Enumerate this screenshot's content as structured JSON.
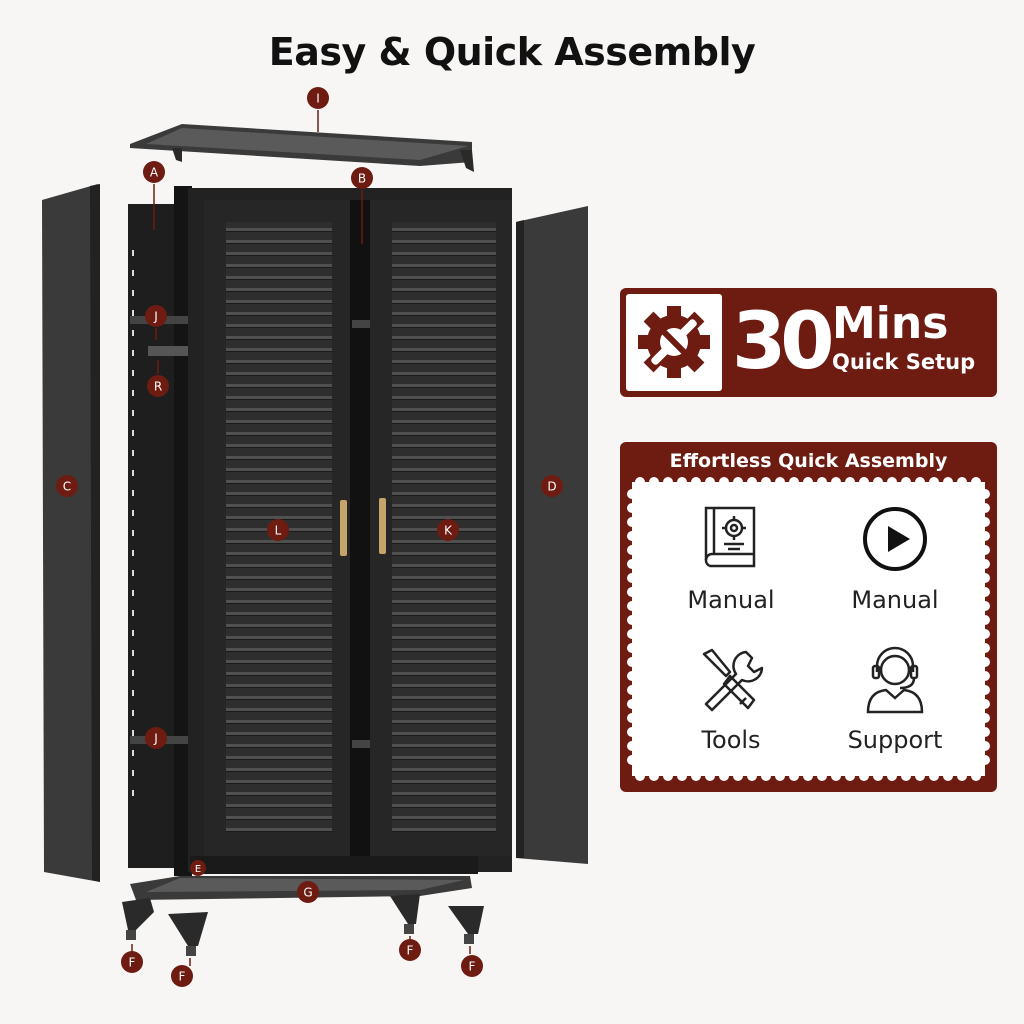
{
  "title": "Easy & Quick Assembly",
  "part_labels": {
    "I": "I",
    "A": "A",
    "B": "B",
    "C": "C",
    "D": "D",
    "J": "J",
    "R": "R",
    "L": "L",
    "K": "K",
    "E": "E",
    "G": "G",
    "F": "F"
  },
  "badge": {
    "number": "30",
    "unit": "Mins",
    "subtitle": "Quick Setup",
    "icon": "gear-wrench-icon"
  },
  "panel": {
    "title": "Effortless Quick Assembly",
    "items": [
      {
        "label": "Manual",
        "icon": "book-gear-icon"
      },
      {
        "label": "Manual",
        "icon": "play-circle-icon"
      },
      {
        "label": "Tools",
        "icon": "wrench-screwdriver-icon"
      },
      {
        "label": "Support",
        "icon": "headset-agent-icon"
      }
    ]
  },
  "colors": {
    "accent": "#6e1b12",
    "cabinet": "#2b2b2b",
    "handle": "#c7a46a"
  }
}
